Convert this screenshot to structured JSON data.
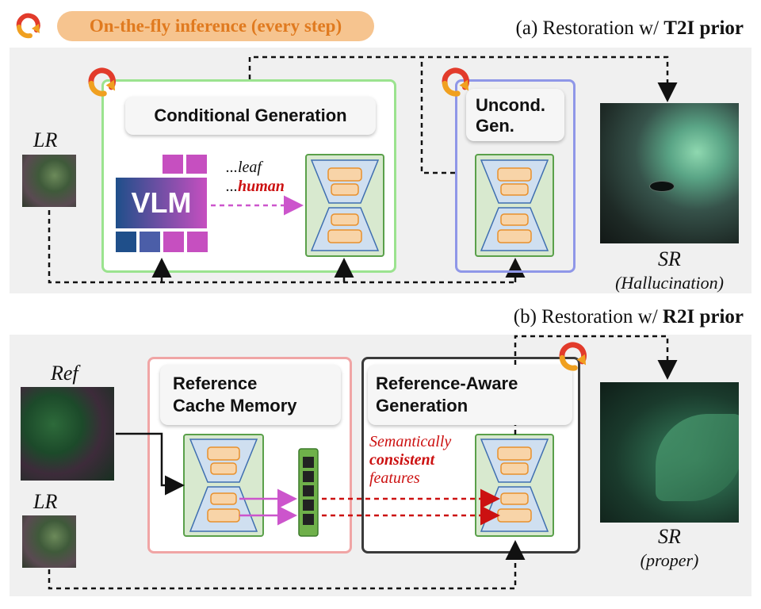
{
  "legend": {
    "label": "On-the-fly inference (every step)",
    "icon": "refresh-arrow-icon",
    "pill_color": "#f6c48f",
    "text_color": "#e07a1f"
  },
  "section_a": {
    "caption_prefix": "(a) Restoration w/ ",
    "caption_bold": "T2I prior",
    "lr_label": "LR",
    "cond_gen_title": "Conditional Generation",
    "vlm_label": "VLM",
    "token_leaf": "...leaf",
    "token_dots": "...",
    "token_human": "human",
    "uncond_title_line1": "Uncond.",
    "uncond_title_line2": "Gen.",
    "sr_label": "SR",
    "sr_sublabel": "(Hallucination)"
  },
  "section_b": {
    "caption_prefix": "(b) Restoration w/ ",
    "caption_bold": "R2I prior",
    "ref_label": "Ref",
    "lr_label": "LR",
    "cache_title_line1": "Reference",
    "cache_title_line2": "Cache Memory",
    "aware_title_line1": "Reference-Aware",
    "aware_title_line2": "Generation",
    "semantic_line1": "Semantically",
    "semantic_line2": "consistent",
    "semantic_line3": "features",
    "sr_label": "SR",
    "sr_sublabel": "(proper)"
  },
  "colors": {
    "cond_border": "#9be38f",
    "uncond_border": "#8f97e8",
    "cache_border": "#f0a5a5",
    "aware_border": "#3a3a3a",
    "unet_fill": "#d8e9cf",
    "unet_border": "#5aa04a",
    "block_fill": "#f8d4a8",
    "block_border": "#e8902c",
    "trap_fill": "#cfdff0",
    "accent_red": "#cc1111",
    "vlm_gradient_start": "#1f4f8a",
    "vlm_gradient_end": "#c64fc0",
    "magenta": "#cc55cc"
  }
}
